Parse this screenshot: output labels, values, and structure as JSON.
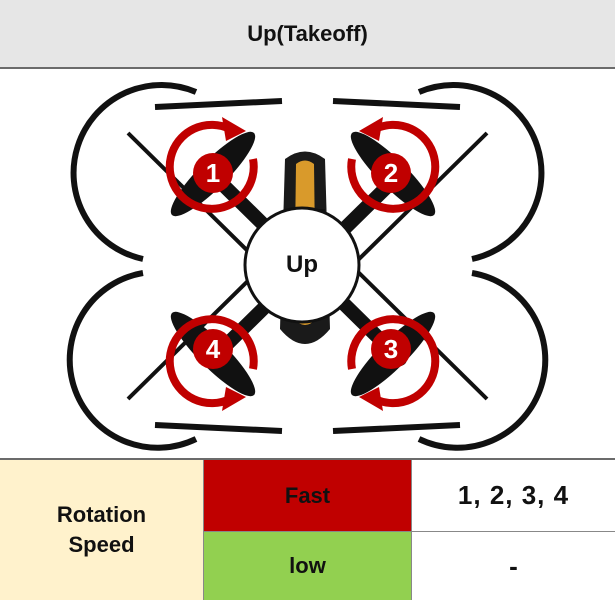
{
  "header": {
    "title": "Up(Takeoff)"
  },
  "diagram": {
    "center_label": "Up",
    "motors": [
      "1",
      "2",
      "3",
      "4"
    ]
  },
  "table": {
    "row_label": "Rotation Speed",
    "fast_label": "Fast",
    "fast_value": "1, 2, 3, 4",
    "low_label": "low",
    "low_value": "-"
  },
  "colors": {
    "arrow_red": "#c00000",
    "fast_bg": "#c00000",
    "low_bg": "#92d050",
    "label_bg": "#fff2cc",
    "header_bg": "#e6e6e6"
  }
}
